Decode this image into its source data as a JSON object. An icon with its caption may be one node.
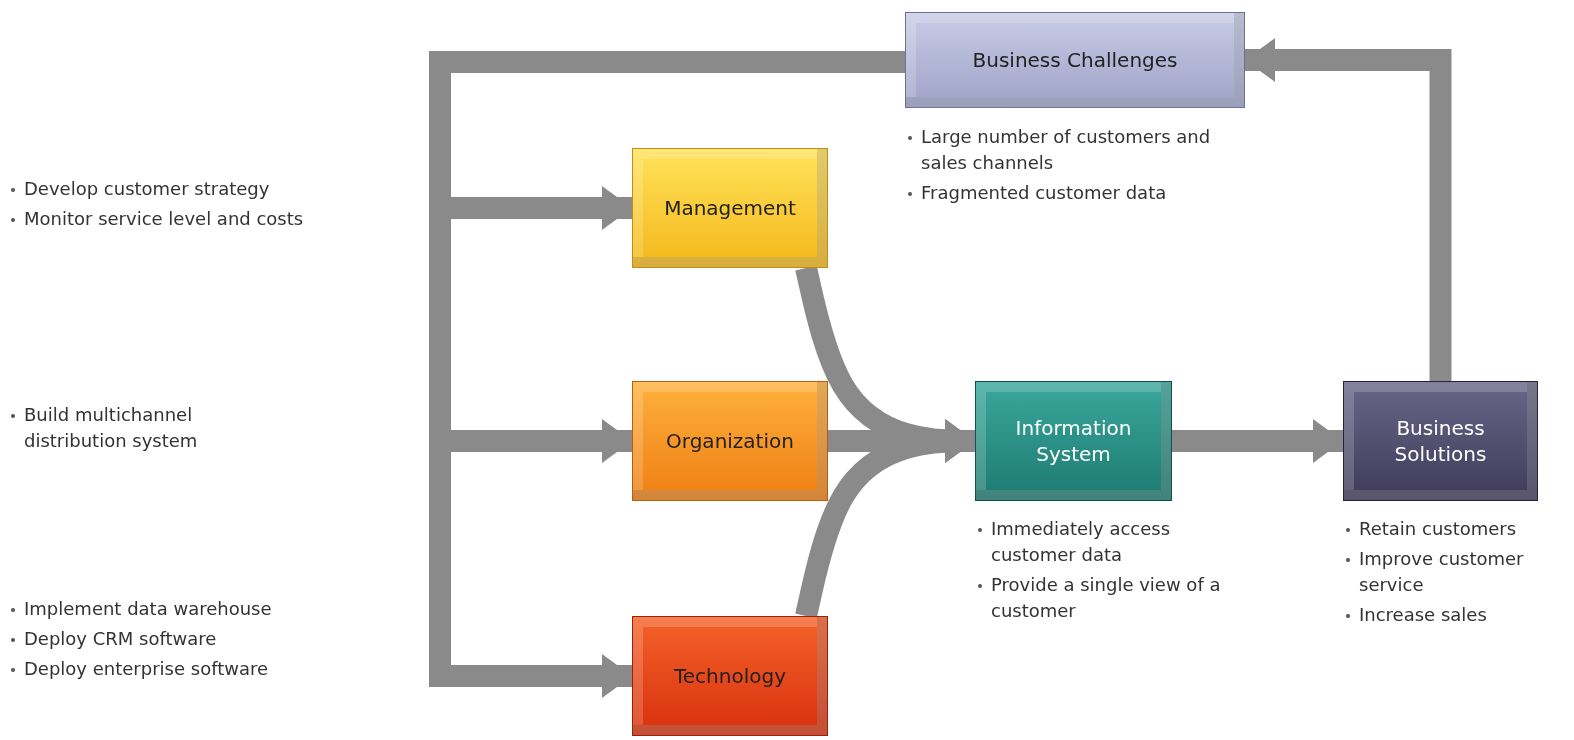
{
  "diagram": {
    "nodes": [
      {
        "text": [
          "Business Challenges"
        ],
        "beside": [
          "Large number of customers and sales channels",
          "Fragmented customer data"
        ]
      },
      {
        "text": [
          "Management"
        ]
      },
      {
        "text": [
          "Organization"
        ]
      },
      {
        "text": [
          "Technology"
        ]
      },
      {
        "text": [
          "Information System"
        ],
        "beside": [
          "Immediately access customer data",
          "Provide a single view of a customer"
        ]
      },
      {
        "text": [
          "Business Solutions"
        ],
        "beside": [
          "Retain customers",
          "Improve customer service",
          "Increase sales"
        ]
      }
    ],
    "edges": [
      {
        "from": 0,
        "to": 1,
        "arrow": "to"
      },
      {
        "from": 0,
        "to": 2,
        "arrow": "to"
      },
      {
        "from": 0,
        "to": 3,
        "arrow": "to"
      },
      {
        "from": 1,
        "to": 4,
        "arrow": "to"
      },
      {
        "from": 2,
        "to": 4,
        "arrow": "to"
      },
      {
        "from": 3,
        "to": 4,
        "arrow": "to"
      },
      {
        "from": 4,
        "to": 5,
        "arrow": "to"
      },
      {
        "from": 5,
        "to": 0,
        "arrow": "to"
      }
    ],
    "labels": [
      "Develop customer strategy",
      "Monitor service level and costs",
      "Build multichannel distribution system",
      "Implement data warehouse",
      "Deploy CRM software",
      "Deploy enterprise software"
    ]
  }
}
